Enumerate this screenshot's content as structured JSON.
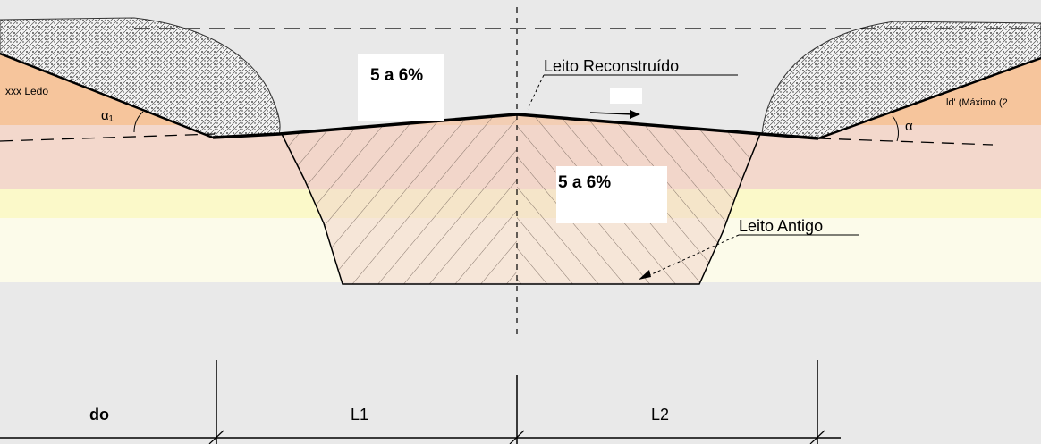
{
  "labels": {
    "slope_top": "5 a 6%",
    "slope_center": "5 a 6%",
    "rebuilt_bed": "Leito Reconstruído",
    "old_bed": "Leito Antigo",
    "left_edge_text": "xxx Ledo",
    "right_edge_text": "ld' (Máximo (2",
    "angle_left": "α₁",
    "angle_right": "α",
    "dim_left": "do",
    "dim_l1": "L1",
    "dim_l2": "L2"
  },
  "colors": {
    "background": "#ffffff",
    "ground_grey": "#e9e9e9",
    "orange_layer": "#f6c59c",
    "pink_layer": "#f3d8cc",
    "yellow_band": "#fbf9c9",
    "cream_band": "#fcfbea",
    "stipple": "#c8c8c8",
    "line": "#000000"
  }
}
